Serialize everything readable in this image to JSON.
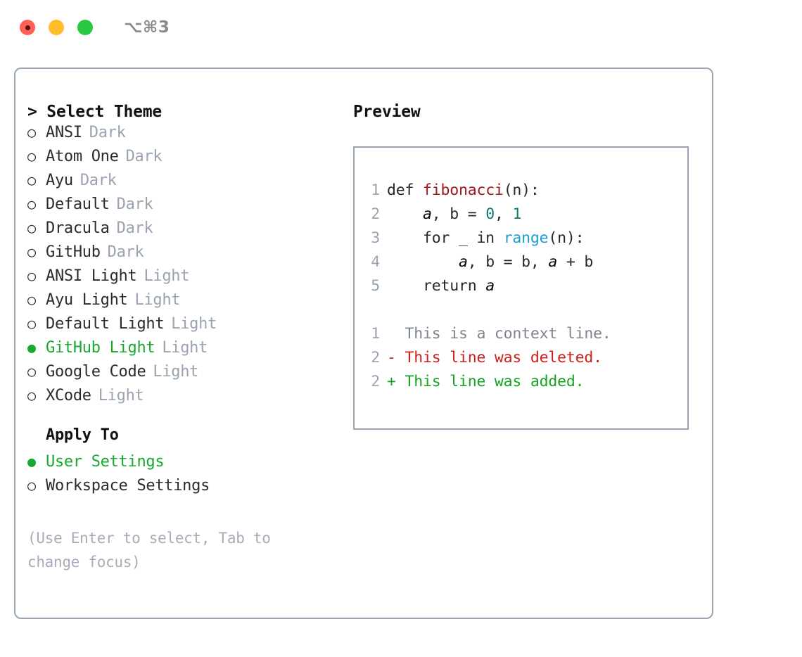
{
  "titlebar": {
    "shortcut": "⌥⌘3",
    "lights": [
      "close",
      "minimize",
      "zoom"
    ]
  },
  "left": {
    "title": "> Select Theme",
    "themes": [
      {
        "marker": "○",
        "name": "ANSI",
        "tag": "Dark",
        "selected": false
      },
      {
        "marker": "○",
        "name": "Atom One",
        "tag": "Dark",
        "selected": false
      },
      {
        "marker": "○",
        "name": "Ayu",
        "tag": "Dark",
        "selected": false
      },
      {
        "marker": "○",
        "name": "Default",
        "tag": "Dark",
        "selected": false
      },
      {
        "marker": "○",
        "name": "Dracula",
        "tag": "Dark",
        "selected": false
      },
      {
        "marker": "○",
        "name": "GitHub",
        "tag": "Dark",
        "selected": false
      },
      {
        "marker": "○",
        "name": "ANSI Light",
        "tag": "Light",
        "selected": false
      },
      {
        "marker": "○",
        "name": "Ayu Light",
        "tag": "Light",
        "selected": false
      },
      {
        "marker": "○",
        "name": "Default Light",
        "tag": "Light",
        "selected": false
      },
      {
        "marker": "●",
        "name": "GitHub Light",
        "tag": "Light",
        "selected": true
      },
      {
        "marker": "○",
        "name": "Google Code",
        "tag": "Light",
        "selected": false
      },
      {
        "marker": "○",
        "name": "XCode",
        "tag": "Light",
        "selected": false
      }
    ],
    "apply_to": {
      "heading": "Apply To",
      "options": [
        {
          "marker": "●",
          "label": "User Settings",
          "selected": true
        },
        {
          "marker": "○",
          "label": "Workspace Settings",
          "selected": false
        }
      ]
    },
    "help_text": "(Use Enter to select, Tab to change focus)"
  },
  "right": {
    "title": "Preview",
    "code_lines": [
      {
        "n": "1",
        "segments": [
          {
            "t": "def ",
            "cls": "code-text"
          },
          {
            "t": "fibonacci",
            "cls": "tok-fn"
          },
          {
            "t": "(n):",
            "cls": "code-text"
          }
        ]
      },
      {
        "n": "2",
        "segments": [
          {
            "t": "    ",
            "cls": "code-text"
          },
          {
            "t": "a",
            "cls": "tok-var"
          },
          {
            "t": ", b = ",
            "cls": "code-text"
          },
          {
            "t": "0",
            "cls": "tok-num"
          },
          {
            "t": ", ",
            "cls": "code-text"
          },
          {
            "t": "1",
            "cls": "tok-num"
          }
        ]
      },
      {
        "n": "3",
        "segments": [
          {
            "t": "    for _ in ",
            "cls": "code-text"
          },
          {
            "t": "range",
            "cls": "tok-call"
          },
          {
            "t": "(n):",
            "cls": "code-text"
          }
        ]
      },
      {
        "n": "4",
        "segments": [
          {
            "t": "        ",
            "cls": "code-text"
          },
          {
            "t": "a",
            "cls": "tok-var"
          },
          {
            "t": ", b = b, ",
            "cls": "code-text"
          },
          {
            "t": "a",
            "cls": "tok-var"
          },
          {
            "t": " + b",
            "cls": "code-text"
          }
        ]
      },
      {
        "n": "5",
        "segments": [
          {
            "t": "    return ",
            "cls": "code-text"
          },
          {
            "t": "a",
            "cls": "tok-var"
          }
        ]
      }
    ],
    "diff_lines": [
      {
        "n": "1",
        "sign": " ",
        "text": " This is a context line.",
        "kind": "diff-ctx"
      },
      {
        "n": "2",
        "sign": "-",
        "text": " This line was deleted.",
        "kind": "diff-del"
      },
      {
        "n": "2",
        "sign": "+",
        "text": " This line was added.",
        "kind": "diff-add"
      }
    ]
  },
  "colors": {
    "accent_green": "#18a82f",
    "border": "#9aa5b4",
    "muted": "#9aa3b2",
    "help": "#a4adba",
    "code_fn": "#a3161b",
    "code_num": "#0b7a70",
    "code_call": "#1b9dd4",
    "diff_add": "#16a322",
    "diff_del": "#cc1f1a",
    "light_red": "#ff5f57",
    "light_yellow": "#ffbd2e",
    "light_green": "#28c840"
  }
}
